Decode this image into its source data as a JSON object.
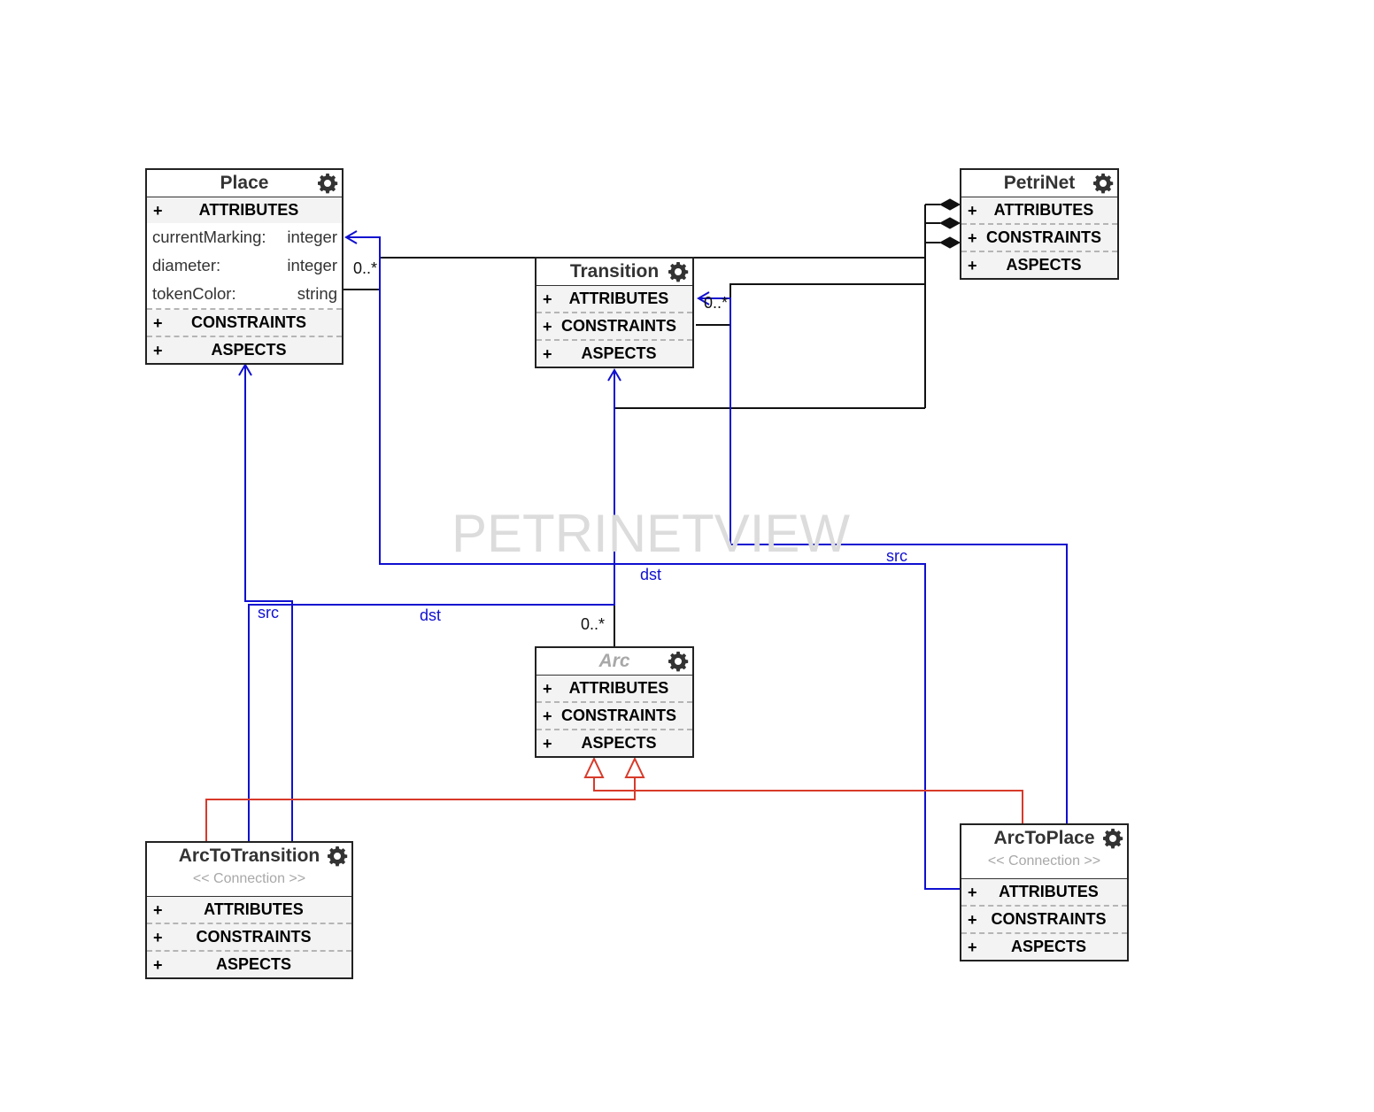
{
  "watermark": "PETRINETVIEW",
  "classes": {
    "place": {
      "name": "Place",
      "sections": {
        "attributes": "ATTRIBUTES",
        "constraints": "CONSTRAINTS",
        "aspects": "ASPECTS"
      },
      "attributes": [
        {
          "name": "currentMarking:",
          "type": "integer"
        },
        {
          "name": "diameter:",
          "type": "integer"
        },
        {
          "name": "tokenColor:",
          "type": "string"
        }
      ]
    },
    "transition": {
      "name": "Transition",
      "sections": {
        "attributes": "ATTRIBUTES",
        "constraints": "CONSTRAINTS",
        "aspects": "ASPECTS"
      }
    },
    "petrinet": {
      "name": "PetriNet",
      "sections": {
        "attributes": "ATTRIBUTES",
        "constraints": "CONSTRAINTS",
        "aspects": "ASPECTS"
      }
    },
    "arc": {
      "name": "Arc",
      "abstract": true,
      "sections": {
        "attributes": "ATTRIBUTES",
        "constraints": "CONSTRAINTS",
        "aspects": "ASPECTS"
      }
    },
    "arc_to_transition": {
      "name": "ArcToTransition",
      "stereotype": "<< Connection >>",
      "sections": {
        "attributes": "ATTRIBUTES",
        "constraints": "CONSTRAINTS",
        "aspects": "ASPECTS"
      }
    },
    "arc_to_place": {
      "name": "ArcToPlace",
      "stereotype": "<< Connection >>",
      "sections": {
        "attributes": "ATTRIBUTES",
        "constraints": "CONSTRAINTS",
        "aspects": "ASPECTS"
      }
    }
  },
  "section_marker": "+",
  "connection_labels": {
    "place_multiplicity": "0..*",
    "transition_multiplicity": "0..*",
    "arc_multiplicity": "0..*",
    "arc_to_transition_src": "src",
    "arc_to_transition_dst": "dst",
    "arc_to_place_src": "src",
    "arc_to_place_dst": "dst"
  },
  "colors": {
    "pointer": "#1010d0",
    "inheritance": "#d83a2a",
    "containment": "#111111"
  },
  "icons": {
    "class_settings": "gear-icon"
  }
}
